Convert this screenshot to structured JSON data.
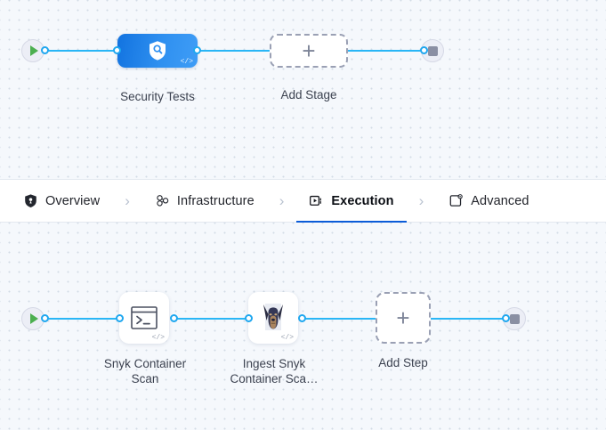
{
  "theme": {
    "canvas_bg": "#f5f8fc",
    "dot_color": "#d3dce6",
    "edge_color": "#29b6f6",
    "port_color": "#1fa7ef",
    "accent_blue": "#0b5cd8",
    "stage_gradient_from": "#1273e0",
    "stage_gradient_to": "#3f9df6",
    "play_green": "#4caf50",
    "stop_gray": "#8a8fa3",
    "dashed_border": "#9aa0b4",
    "tabbar_bg": "#ffffff",
    "tab_text": "#22242b"
  },
  "tabs": [
    {
      "label": "Overview",
      "icon": "shield-icon",
      "active": false
    },
    {
      "label": "Infrastructure",
      "icon": "nodes-cluster-icon",
      "active": false
    },
    {
      "label": "Execution",
      "icon": "play-box-icon",
      "active": true
    },
    {
      "label": "Advanced",
      "icon": "settings-box-icon",
      "active": false
    }
  ],
  "tab_separator": "›",
  "stage_row": {
    "start_node": {
      "name": "pipeline-start",
      "icon": "play-icon"
    },
    "end_node": {
      "name": "pipeline-end",
      "icon": "stop-icon"
    },
    "stages": [
      {
        "label": "Security Tests",
        "icon": "shield-search-icon",
        "badge": "</>"
      }
    ],
    "add_stage": {
      "label": "Add Stage",
      "icon": "plus-icon"
    }
  },
  "step_row": {
    "start_node": {
      "name": "execution-start",
      "icon": "play-icon"
    },
    "end_node": {
      "name": "execution-end",
      "icon": "stop-icon"
    },
    "steps": [
      {
        "label_line1": "Snyk Container",
        "label_line2": "Scan",
        "icon": "terminal-icon",
        "badge": "</>"
      },
      {
        "label_line1": "Ingest Snyk",
        "label_line2": "Container Sca…",
        "icon": "snyk-dog-icon",
        "badge": "</>"
      }
    ],
    "add_step": {
      "label": "Add Step",
      "icon": "plus-icon"
    }
  }
}
